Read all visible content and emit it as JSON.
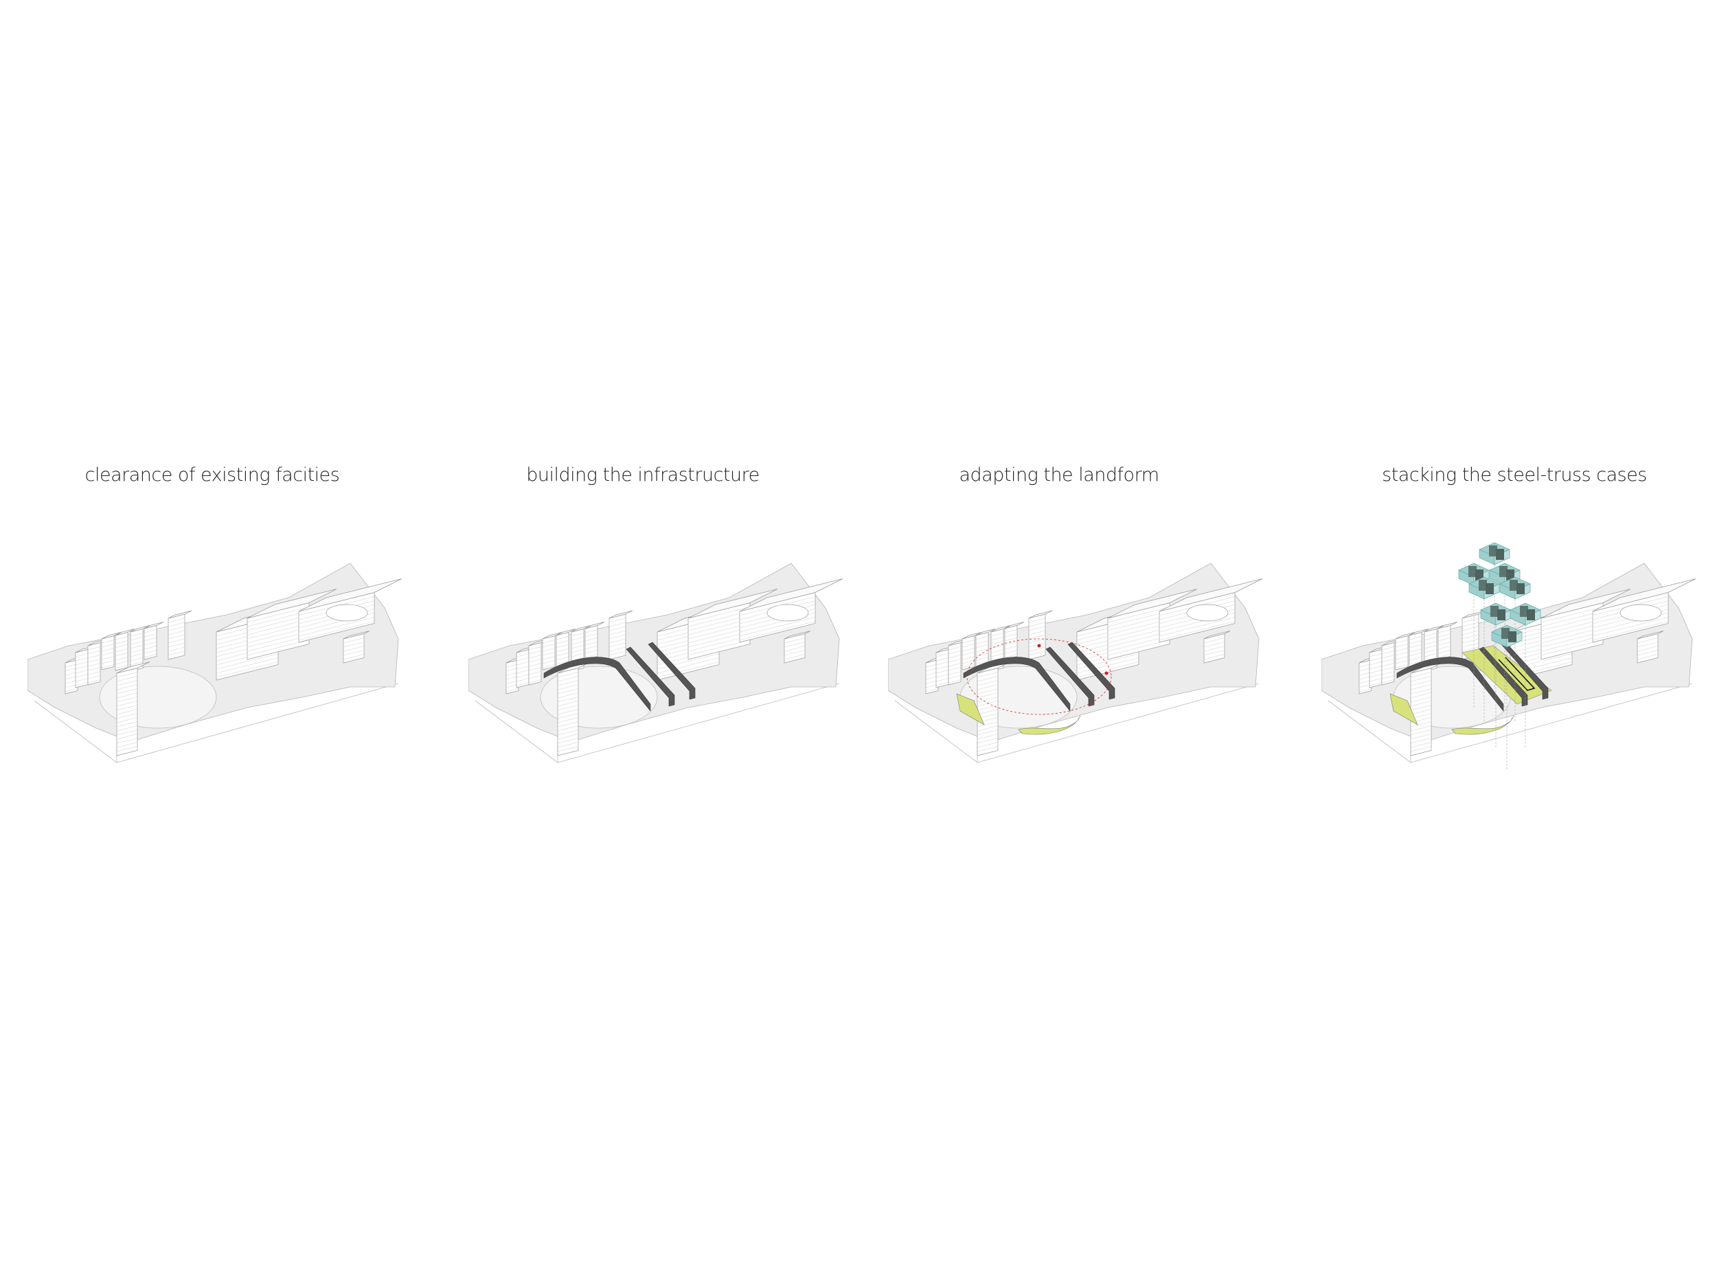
{
  "steps": [
    {
      "title": "clearance of existing facities",
      "walls": false,
      "landform": false,
      "cases": false
    },
    {
      "title": "building the infrastructure",
      "walls": true,
      "landform": false,
      "cases": false
    },
    {
      "title": "adapting the landform",
      "walls": true,
      "landform": true,
      "cases": false
    },
    {
      "title": "stacking the steel-truss cases",
      "walls": true,
      "landform": true,
      "cases": true
    }
  ],
  "colors": {
    "ground": "#ececec",
    "line": "#9a9a9a",
    "wall": "#555555",
    "landform": "#d8e27a",
    "case_glass": "#9fcfcc",
    "case_solid": "#5d7570",
    "marker": "#d02020"
  }
}
